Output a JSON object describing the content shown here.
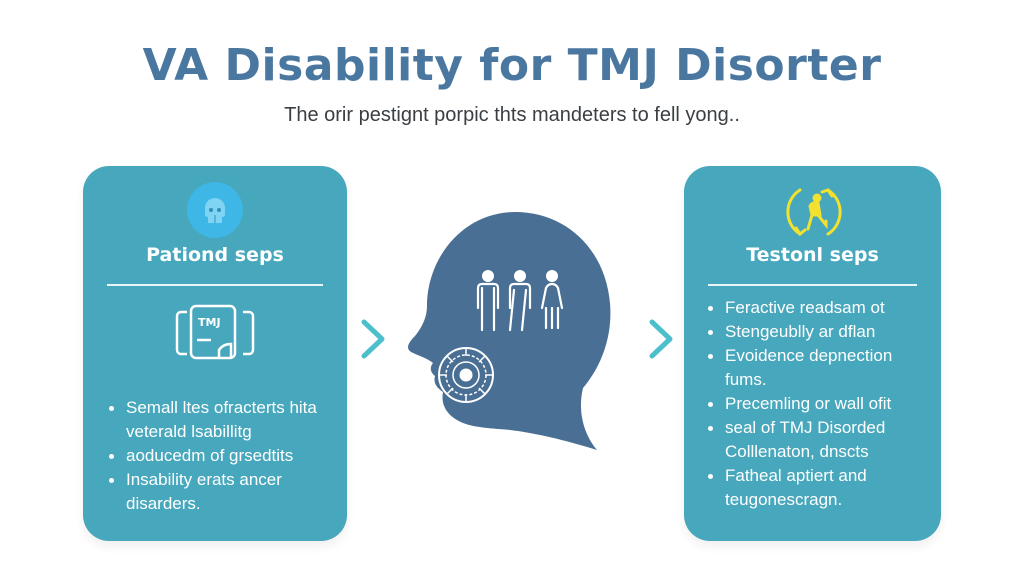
{
  "header": {
    "title": "VA Disability for TMJ Disorter",
    "subtitle": "The orir pestignt porpic thts mandeters to fell yong.."
  },
  "left_card": {
    "title": "Pationd seps",
    "top_icon": "skull-icon",
    "document_icon": "tmj-document-icon",
    "document_label": "TMJ",
    "bullets": [
      "Semall ltes ofracterts hita veterald lsabillitg",
      "aoducedm of grsedtits",
      "Insability erats ancer disarders."
    ]
  },
  "center": {
    "graphic": "head-profile-icon",
    "people_icon": "people-group-icon",
    "jaw_icon": "jaw-joint-gear-icon",
    "arrow_left": "chevron-right-icon",
    "arrow_right": "chevron-right-icon"
  },
  "right_card": {
    "title": "Testonl seps",
    "top_icon": "person-exercise-icon",
    "bullets": [
      "Feractive readsam ot",
      "Stengeublly ar dflan",
      "Evoidence depnection fums.",
      "Precemling or wall ofit",
      "seal of TMJ Disorded Colllenaton, dnscts",
      "Fatheal aptiert and teugonescragn."
    ]
  },
  "colors": {
    "title": "#4A77A0",
    "card": "#47A7BC",
    "head": "#4A6F95",
    "chevron": "#4DBFCB",
    "accent_yellow": "#F2E12E",
    "icon_blue": "#3EB6E6"
  }
}
